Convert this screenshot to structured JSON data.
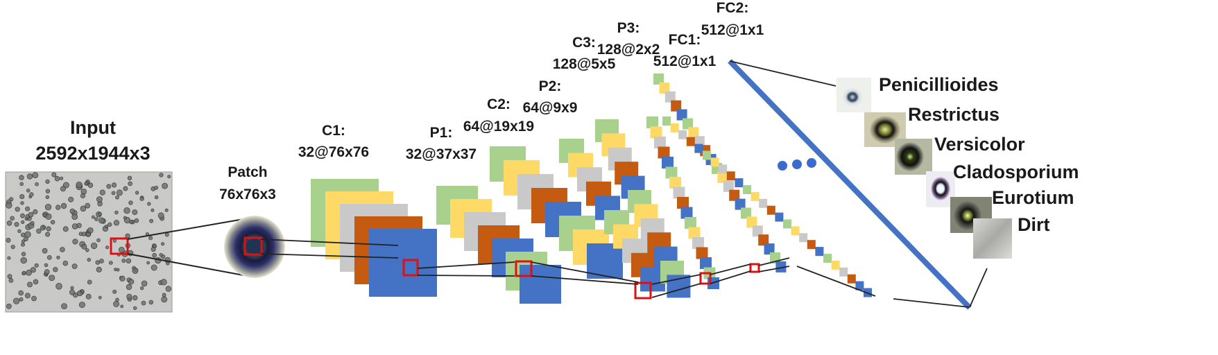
{
  "input": {
    "title": "Input",
    "size": "2592x1944x3"
  },
  "patch": {
    "title": "Patch",
    "size": "76x76x3"
  },
  "layers": [
    {
      "name": "C1:",
      "shape": "32@76x76"
    },
    {
      "name": "P1:",
      "shape": "32@37x37"
    },
    {
      "name": "C2:",
      "shape": "64@19x19"
    },
    {
      "name": "P2:",
      "shape": "64@9x9"
    },
    {
      "name": "C3:",
      "shape": "128@5x5"
    },
    {
      "name": "P3:",
      "shape": "128@2x2"
    },
    {
      "name": "FC1:",
      "shape": "512@1x1"
    },
    {
      "name": "FC2:",
      "shape": "512@1x1"
    }
  ],
  "classes": [
    "Penicillioides",
    "Restrictus",
    "Versicolor",
    "Cladosporium",
    "Eurotium",
    "Dirt"
  ],
  "colors": {
    "green": "#a9d18e",
    "yellow": "#ffd966",
    "gray": "#c9c9c9",
    "orange": "#c55a11",
    "blue": "#4472c4",
    "red": "#e01010"
  },
  "icons": [
    "micrograph-image",
    "patch-image",
    "ellipsis-dots-icon",
    "class-thumbnail-images"
  ]
}
